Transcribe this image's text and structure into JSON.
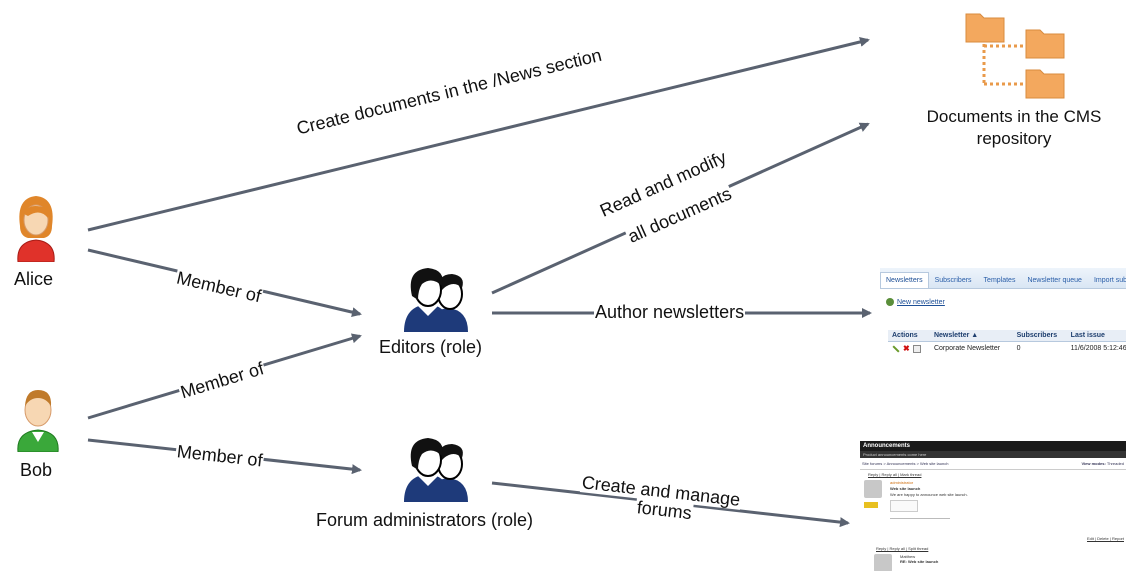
{
  "nodes": {
    "alice": "Alice",
    "bob": "Bob",
    "editors": "Editors (role)",
    "forum_admins": "Forum administrators (role)",
    "documents": "Documents in the CMS\nrepository"
  },
  "edges": {
    "create_docs": "Create documents in the /News section",
    "member_alice": "Member of",
    "member_bob_editors": "Member of",
    "member_bob_forum": "Member of",
    "read_modify_1": "Read and modify",
    "read_modify_2": "all documents",
    "author_newsletters": "Author newsletters",
    "create_forums_1": "Create and manage",
    "create_forums_2": "forums"
  },
  "newsletter_ui": {
    "tabs": [
      "Newsletters",
      "Subscribers",
      "Templates",
      "Newsletter queue",
      "Import subscribers"
    ],
    "new_link": "New newsletter",
    "columns": [
      "Actions",
      "Newsletter ▲",
      "Subscribers",
      "Last issue"
    ],
    "row": {
      "name": "Corporate Newsletter",
      "subscribers": "0",
      "last_issue": "11/6/2008 5:12:46"
    }
  },
  "forum_ui": {
    "title": "Announcements",
    "subtitle": "Product announcements come here",
    "breadcrumb": "Site forums > Announcements > Web site launch",
    "view_mode_label": "View modes:",
    "view_mode_value": "Threaded",
    "link1": "Reply | Reply all | Mark thread",
    "author": "administrator",
    "post_title": "Web site launch",
    "post_text": "We are happy to announce web site launch.",
    "link2": "Edit | Delete | Report",
    "link3": "Reply | Reply all | Split thread",
    "author2": "Matthew",
    "post_title2": "RE: Web site launch"
  },
  "colors": {
    "arrow": "#5a6270",
    "folder": "#f3a85e",
    "folder_connector": "#e99a4a",
    "alice_hair": "#e0862a",
    "alice_shirt": "#e0322a",
    "bob_shirt": "#3aa83a",
    "role_coat": "#1e3a7a"
  }
}
